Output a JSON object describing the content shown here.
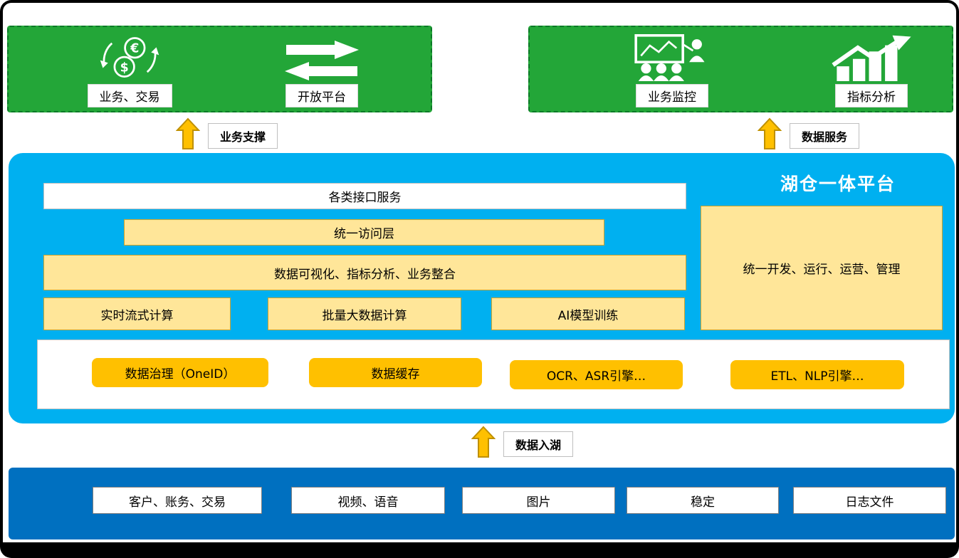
{
  "top": {
    "left_group": {
      "items": [
        {
          "label": "业务、交易",
          "icon": "currency-exchange-icon"
        },
        {
          "label": "开放平台",
          "icon": "two-way-arrows-icon"
        }
      ]
    },
    "right_group": {
      "items": [
        {
          "label": "业务监控",
          "icon": "monitoring-presentation-icon"
        },
        {
          "label": "指标分析",
          "icon": "growth-chart-icon"
        }
      ]
    }
  },
  "arrows": {
    "business_support": "业务支撑",
    "data_service": "数据服务",
    "data_ingest": "数据入湖"
  },
  "platform": {
    "title": "湖仓一体平台",
    "interface_layer": "各类接口服务",
    "access_layer": "统一访问层",
    "visualization_layer": "数据可视化、指标分析、业务整合",
    "compute": [
      "实时流式计算",
      "批量大数据计算",
      "AI模型训练"
    ],
    "management": "统一开发、运行、运营、管理",
    "engines": [
      "数据治理（OneID）",
      "数据缓存",
      "OCR、ASR引擎…",
      "ETL、NLP引擎…"
    ]
  },
  "sources": [
    "客户、账务、交易",
    "视频、语音",
    "图片",
    "稳定",
    "日志文件"
  ],
  "colors": {
    "green": "#23A638",
    "cyan": "#00B0F0",
    "light_yellow": "#FFE699",
    "gold": "#FFC000",
    "dark_blue": "#0070C0",
    "frame": "#000000"
  }
}
